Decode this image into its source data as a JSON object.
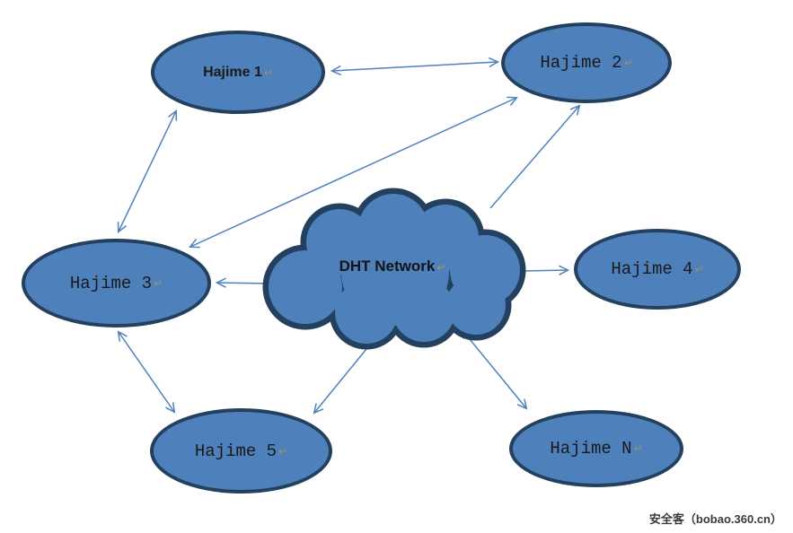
{
  "diagram": {
    "cloud_label": "DHT Network",
    "return_mark": "↵",
    "nodes": [
      {
        "id": "hajime-1",
        "label": "Hajime 1"
      },
      {
        "id": "hajime-2",
        "label": "Hajime 2"
      },
      {
        "id": "hajime-3",
        "label": "Hajime 3"
      },
      {
        "id": "hajime-4",
        "label": "Hajime 4"
      },
      {
        "id": "hajime-5",
        "label": "Hajime 5"
      },
      {
        "id": "hajime-n",
        "label": "Hajime N"
      }
    ],
    "edges": [
      {
        "from": "hajime-1",
        "to": "hajime-2",
        "bidirectional": true
      },
      {
        "from": "hajime-1",
        "to": "hajime-3",
        "bidirectional": true
      },
      {
        "from": "hajime-2",
        "to": "hajime-3",
        "bidirectional": true
      },
      {
        "from": "dht-network",
        "to": "hajime-2",
        "bidirectional": false
      },
      {
        "from": "dht-network",
        "to": "hajime-3",
        "bidirectional": false
      },
      {
        "from": "dht-network",
        "to": "hajime-4",
        "bidirectional": false
      },
      {
        "from": "dht-network",
        "to": "hajime-5",
        "bidirectional": false
      },
      {
        "from": "dht-network",
        "to": "hajime-n",
        "bidirectional": true
      },
      {
        "from": "hajime-3",
        "to": "hajime-5",
        "bidirectional": true
      }
    ]
  },
  "watermark": "安全客（bobao.360.cn）",
  "colors": {
    "node_fill": "#4e80bc",
    "node_border": "#24405f",
    "arrow": "#4f81bd",
    "label_text": "#191919",
    "return_mark": "#9c9071",
    "watermark_text": "#3a3a3a",
    "background": "#ffffff"
  }
}
